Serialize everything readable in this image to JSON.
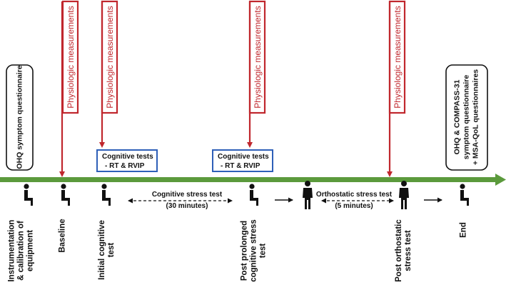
{
  "measurement_label": "Physiologic measurements",
  "questionnaires": {
    "start": "OHQ symptom questionnaire",
    "end_lines": [
      "OHQ & COMPASS-31",
      "symptom questionnaire",
      "+ MSA-QoL questionnaires"
    ]
  },
  "cognitive_box": {
    "title": "Cognitive tests",
    "item": "-    RT & RVIP"
  },
  "stress_tests": [
    {
      "title": "Cognitive stress test",
      "duration": "(30 minutes)"
    },
    {
      "title": "Orthostatic stress test",
      "duration": "(5 minutes)"
    }
  ],
  "phases": [
    {
      "lines": [
        "Instrumentation",
        "& calibration of",
        "equipment"
      ]
    },
    {
      "lines": [
        "Baseline"
      ]
    },
    {
      "lines": [
        "Initial cognitive",
        "test"
      ]
    },
    {
      "lines": [
        "Post prolonged",
        "cognitive stress",
        "test"
      ]
    },
    {
      "lines": [
        "Post orthostatic",
        "stress test"
      ]
    },
    {
      "lines": [
        "End"
      ]
    }
  ],
  "colors": {
    "timeline": "#5b9a3c",
    "measurement": "#c0272d",
    "cognitive_box": "#2e5fb8",
    "figure": "#111111"
  },
  "icons": [
    "seated-person-icon",
    "standing-person-icon"
  ]
}
